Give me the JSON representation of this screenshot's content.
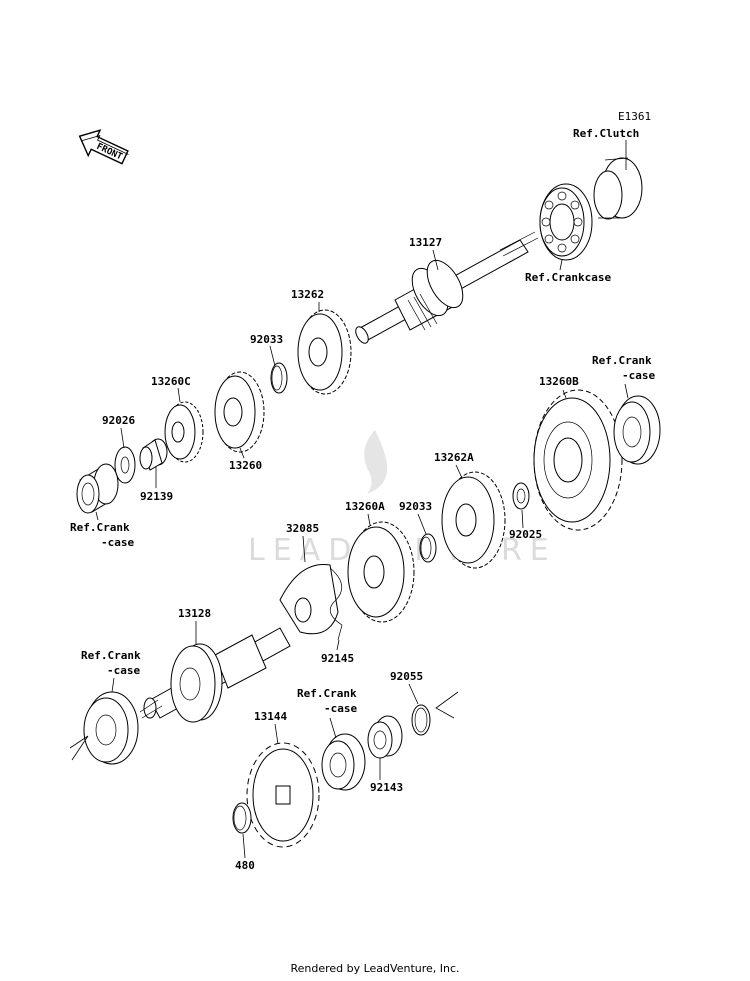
{
  "figure_id": "E1361",
  "front_arrow_label": "FRONT",
  "watermark": "LEADVENTURE",
  "footer": "Rendered by LeadVenture, Inc.",
  "labels": {
    "ref_clutch": "Ref.Clutch",
    "p13127": "13127",
    "ref_crankcase": "Ref.Crankcase",
    "p13262": "13262",
    "p92033_top": "92033",
    "p13260C": "13260C",
    "p92026": "92026",
    "p92139": "92139",
    "p13260": "13260",
    "ref_crank_case_left_1": "Ref.Crank",
    "ref_crank_case_left_2": "-case",
    "ref_crank_case_right_1": "Ref.Crank",
    "ref_crank_case_right_2": "-case",
    "p13260B": "13260B",
    "p13262A": "13262A",
    "p92025": "92025",
    "p32085": "32085",
    "p13260A": "13260A",
    "p92033_mid": "92033",
    "p92145": "92145",
    "p13128": "13128",
    "ref_crank_case_low_1": "Ref.Crank",
    "ref_crank_case_low_2": "-case",
    "ref_crank_case_center_1": "Ref.Crank",
    "ref_crank_case_center_2": "-case",
    "p92055": "92055",
    "p13144": "13144",
    "p92143": "92143",
    "p480": "480"
  }
}
